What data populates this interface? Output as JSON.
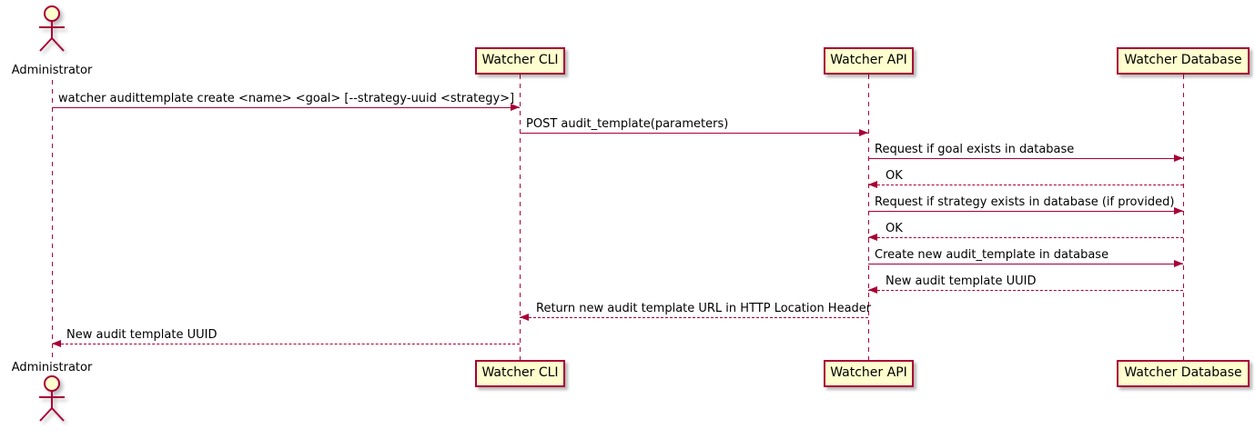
{
  "diagram": {
    "type": "uml-sequence",
    "colors": {
      "line": "#A80036",
      "participant_fill": "#FEFECE",
      "text": "#000000",
      "background": "#FFFFFF"
    },
    "icons": {
      "actor": "stick-figure"
    },
    "actor": {
      "label": "Administrator"
    },
    "participants": [
      {
        "id": "watcher-cli",
        "label": "Watcher CLI"
      },
      {
        "id": "watcher-api",
        "label": "Watcher API"
      },
      {
        "id": "watcher-db",
        "label": "Watcher Database"
      }
    ],
    "messages": [
      {
        "from": "Administrator",
        "to": "Watcher CLI",
        "style": "solid",
        "label": "watcher audittemplate create <name> <goal> [--strategy-uuid <strategy>]"
      },
      {
        "from": "Watcher CLI",
        "to": "Watcher API",
        "style": "solid",
        "label": "POST audit_template(parameters)"
      },
      {
        "from": "Watcher API",
        "to": "Watcher Database",
        "style": "solid",
        "label": "Request if goal exists in database"
      },
      {
        "from": "Watcher Database",
        "to": "Watcher API",
        "style": "dashed",
        "label": "OK"
      },
      {
        "from": "Watcher API",
        "to": "Watcher Database",
        "style": "solid",
        "label": "Request if strategy exists in database (if provided)"
      },
      {
        "from": "Watcher Database",
        "to": "Watcher API",
        "style": "dashed",
        "label": "OK"
      },
      {
        "from": "Watcher API",
        "to": "Watcher Database",
        "style": "solid",
        "label": "Create new audit_template in database"
      },
      {
        "from": "Watcher Database",
        "to": "Watcher API",
        "style": "dashed",
        "label": "New audit template UUID"
      },
      {
        "from": "Watcher API",
        "to": "Watcher CLI",
        "style": "dashed",
        "label": "Return new audit template URL in HTTP Location Header"
      },
      {
        "from": "Watcher CLI",
        "to": "Administrator",
        "style": "dashed",
        "label": "New audit template UUID"
      }
    ]
  }
}
